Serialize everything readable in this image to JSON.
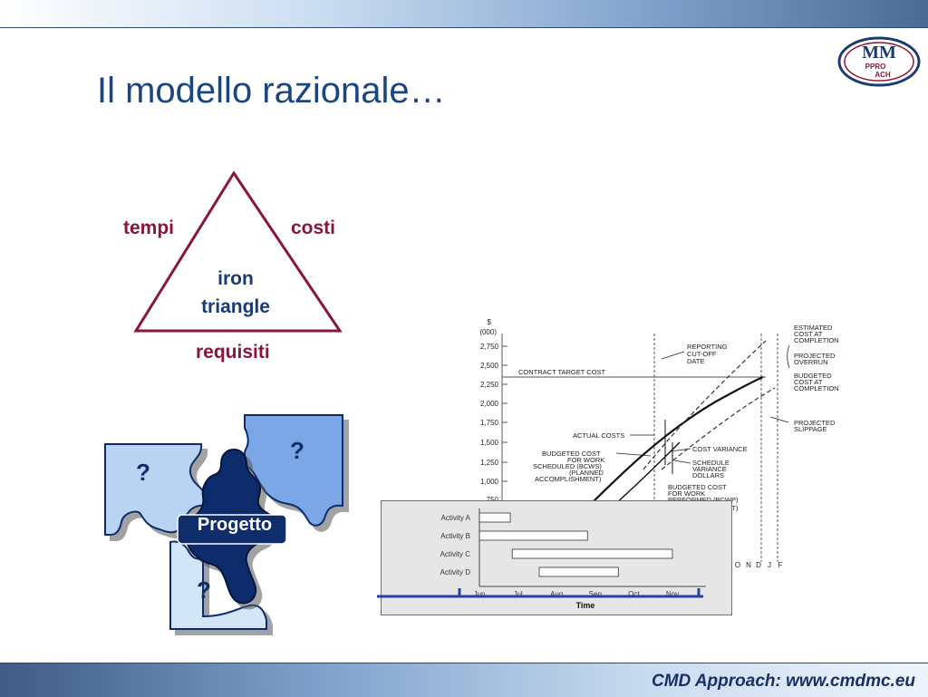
{
  "slide": {
    "title": "Il modello razionale…",
    "footer": "CMD Approach: www.cmdmc.eu"
  },
  "logo": {
    "text_main": "MM",
    "text_sub1": "PPRO",
    "text_sub2": "ACH"
  },
  "triangle": {
    "top_left": "tempi",
    "top_right": "costi",
    "bottom": "requisiti",
    "center_line1": "iron",
    "center_line2": "triangle",
    "color": "#8a1538"
  },
  "puzzle": {
    "piece1_label": "?",
    "piece2_label": "?",
    "piece3_label": "?",
    "center_label": "Progetto",
    "colors": {
      "light": "#b8d4f2",
      "mid": "#7ba7e6",
      "lighter": "#d3e6f8",
      "dark": "#0f2c6b"
    }
  },
  "cost_chart": {
    "currency_symbol": "$",
    "units": "(000)",
    "yticks": [
      "2,750",
      "2,500",
      "2,250",
      "2,000",
      "1,750",
      "1,500",
      "1,250",
      "1,000",
      "750"
    ],
    "xticks": [
      "O",
      "N",
      "D",
      "J",
      "F"
    ],
    "annotations": {
      "contract_target": "CONTRACT TARGET COST",
      "reporting1": "REPORTING",
      "reporting2": "CUT-OFF",
      "reporting3": "DATE",
      "actual_costs": "ACTUAL COSTS",
      "bcws1": "BUDGETED COST",
      "bcws2": "FOR WORK",
      "bcws3": "SCHEDULED (BCWS)",
      "bcws4": "(PLANNED",
      "bcws5": "ACCOMPLISHMENT)",
      "cost_variance": "COST VARIANCE",
      "sched1": "SCHEDULE",
      "sched2": "VARIANCE",
      "sched3": "DOLLARS",
      "bcwp1": "BUDGETED COST",
      "bcwp2": "FOR WORK",
      "bcwp3": "PERFORMED (BCWP)",
      "bcwp4": "NT)",
      "est1": "ESTIMATED",
      "est2": "COST AT",
      "est3": "COMPLETION",
      "overrun1": "PROJECTED",
      "overrun2": "OVERRUN",
      "budget1": "BUDGETED",
      "budget2": "COST AT",
      "budget3": "COMPLETION",
      "slip1": "PROJECTED",
      "slip2": "SLIPPAGE"
    }
  },
  "chart_data": {
    "type": "bar",
    "title": "",
    "xlabel": "Time",
    "ylabel": "",
    "categories": [
      "Activity A",
      "Activity B",
      "Activity C",
      "Activity D"
    ],
    "x_ticks": [
      "Jun",
      "Jul",
      "Aug",
      "Sep",
      "Oct",
      "Nov"
    ],
    "series": [
      {
        "start": [
          0.0,
          0.0,
          0.85,
          1.55
        ],
        "end": [
          0.8,
          2.8,
          5.0,
          3.6
        ]
      }
    ],
    "xlim": [
      0,
      5.4
    ]
  }
}
